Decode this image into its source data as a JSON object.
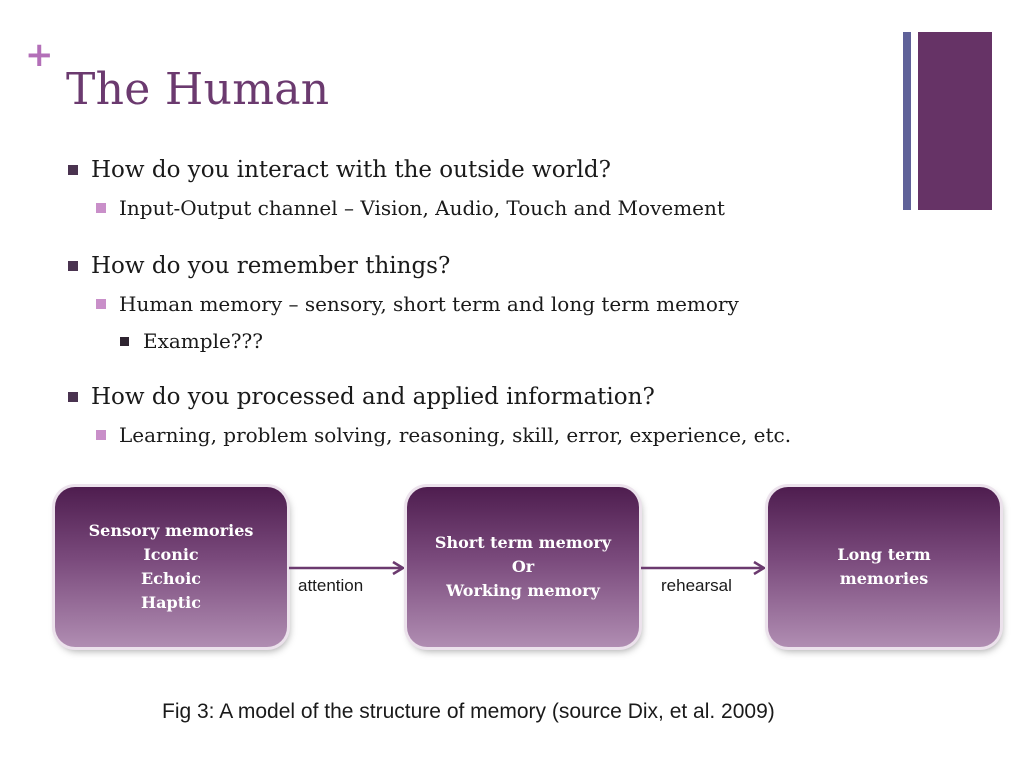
{
  "slide": {
    "title": "The Human",
    "plus_mark": "+"
  },
  "bullets": [
    {
      "text": "How do you interact with the outside world?",
      "children": [
        {
          "text": "Input-Output channel  – Vision, Audio, Touch and Movement"
        }
      ]
    },
    {
      "text": "How do you remember things?",
      "children": [
        {
          "text": "Human memory – sensory, short term and long term memory"
        },
        {
          "text": "Example???"
        }
      ]
    },
    {
      "text": "How do you processed and applied information?",
      "children": [
        {
          "text": "Learning, problem solving, reasoning, skill, error, experience, etc."
        }
      ]
    }
  ],
  "diagram": {
    "boxes": [
      {
        "lines": [
          "Sensory memories",
          "Iconic",
          "Echoic",
          "Haptic"
        ]
      },
      {
        "lines": [
          "Short term memory",
          "Or",
          "Working memory"
        ]
      },
      {
        "lines": [
          "Long term",
          "memories"
        ]
      }
    ],
    "arrows": [
      {
        "label": "attention"
      },
      {
        "label": "rehearsal"
      }
    ]
  },
  "caption": "Fig 3: A model of the structure of memory (source Dix,  et al. 2009)",
  "colors": {
    "title": "#6b3a6f",
    "accent_plus": "#b36fb8",
    "deco_thin": "#5f6199",
    "deco_thick": "#663366",
    "box_top": "#4e1d4f",
    "box_bottom": "#b08db2",
    "arrow": "#6b3a6f"
  }
}
